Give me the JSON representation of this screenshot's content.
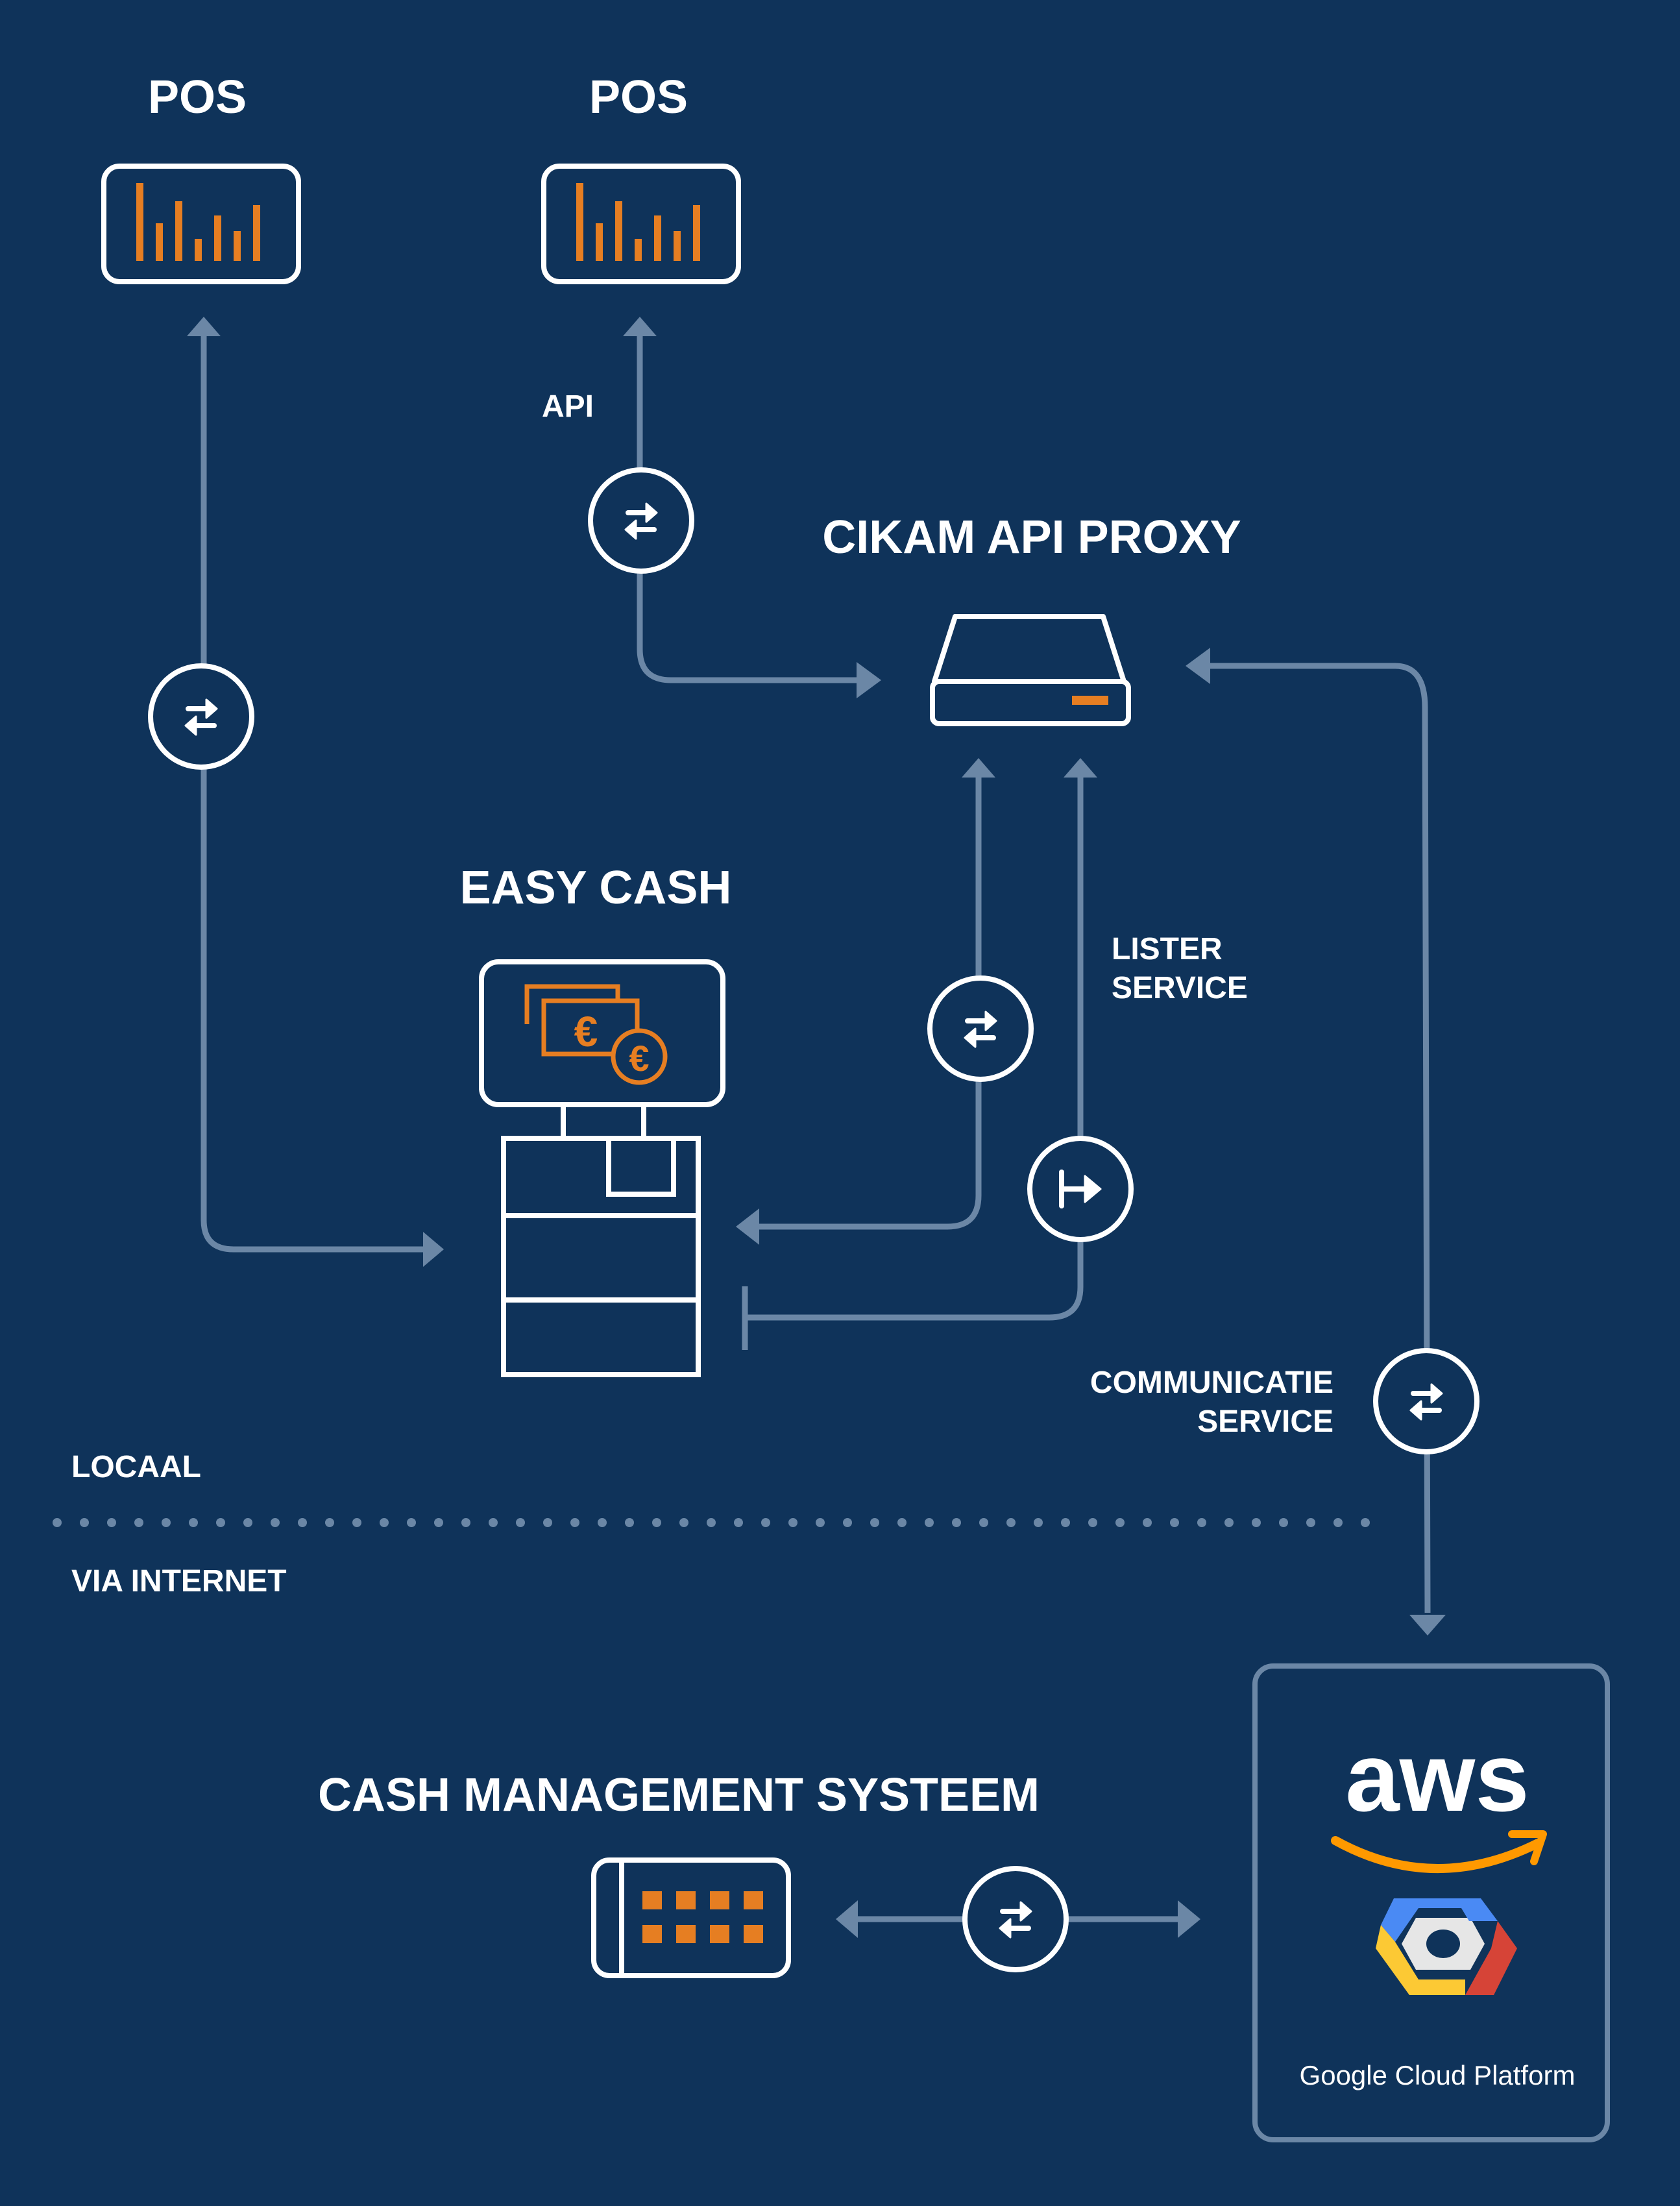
{
  "diagram": {
    "nodes": {
      "pos_left": {
        "label": "POS",
        "icon": "pos-bar-chart-icon"
      },
      "pos_right": {
        "label": "POS",
        "icon": "pos-bar-chart-icon"
      },
      "proxy": {
        "label": "CIKAM API PROXY",
        "icon": "server-icon"
      },
      "easy_cash": {
        "label": "EASY CASH",
        "icon": "cash-machine-icon"
      },
      "cash_management": {
        "label": "CASH MANAGEMENT SYSTEEM",
        "icon": "cash-management-icon"
      },
      "cloud": {
        "aws_label": "aws",
        "gcp_label": "Google Cloud Platform",
        "icon": "cloud-providers-icon"
      }
    },
    "edge_labels": {
      "api": "API",
      "lister_line1": "LISTER",
      "lister_line2": "SERVICE",
      "comm_line1": "COMMUNICATIE",
      "comm_line2": "SERVICE"
    },
    "zones": {
      "local": "LOCAAL",
      "internet": "VIA INTERNET"
    },
    "edges": [
      {
        "from": "easy_cash",
        "to": "pos_left",
        "type": "bidirectional-exchange"
      },
      {
        "from": "proxy",
        "to": "pos_right",
        "type": "bidirectional-exchange",
        "label": "API"
      },
      {
        "from": "proxy",
        "to": "easy_cash",
        "type": "bidirectional-exchange"
      },
      {
        "from": "easy_cash",
        "to": "proxy",
        "type": "one-way-listener",
        "label": "LISTER SERVICE"
      },
      {
        "from": "proxy",
        "to": "cloud",
        "type": "bidirectional-exchange",
        "label": "COMMUNICATIE SERVICE"
      },
      {
        "from": "cash_management",
        "to": "cloud",
        "type": "bidirectional-exchange"
      }
    ],
    "colors": {
      "background": "#0f335a",
      "connector": "#6b87a6",
      "accent": "#e67e22",
      "stroke": "#ffffff",
      "aws_orange": "#ff9900",
      "gcp_blue": "#4a8af4",
      "gcp_red": "#d64437",
      "gcp_yellow": "#fcc934",
      "gcp_gray": "#e6e6e6"
    }
  }
}
